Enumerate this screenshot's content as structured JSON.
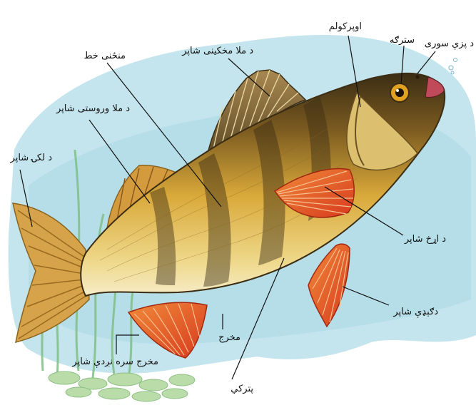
{
  "labels": {
    "lateral_line": "منځنی خط",
    "front_dorsal_fin": "د ملا مخکینی شاپر",
    "operculum": "اوپرکولم",
    "eye": "سترګه",
    "nostril": "د پزې سوری",
    "rear_dorsal_fin": "د ملا وروستی شاپر",
    "tail_fin": "د لکۍ شاپر",
    "pectoral_fin": "د اړخ شاپر",
    "pelvic_fin": "دګېډې شاپر",
    "anus": "مخرج",
    "anal_fin": "مخرج سره نږدې شاپر",
    "belly": "پترکي"
  },
  "colors": {
    "water": "#bfe3ec",
    "body_gold": "#d9a93a",
    "body_dark": "#4a3a1c",
    "belly": "#f2e6b8",
    "fin_red": "#e8562a",
    "weed": "#8fc48a"
  }
}
